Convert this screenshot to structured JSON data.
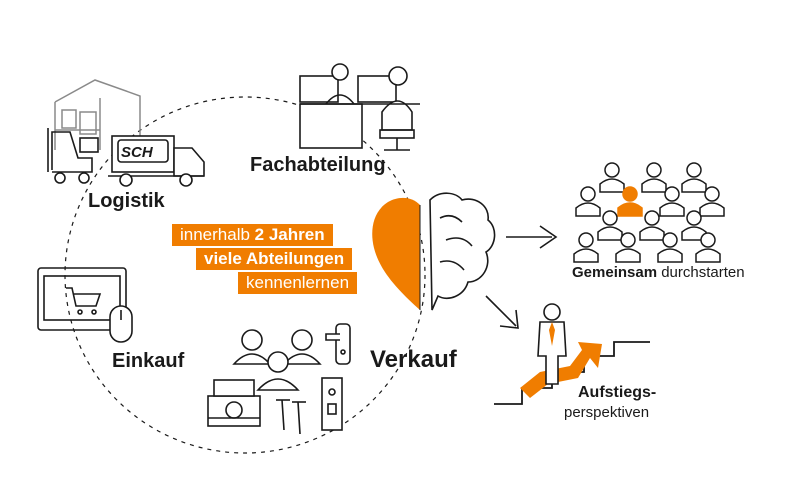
{
  "colors": {
    "accent": "#f07d00",
    "line": "#1a1a1a",
    "grey": "#8a8a8a"
  },
  "icons": [
    "warehouse-icon",
    "truck-icon",
    "forklift-icon",
    "office-desk-icon",
    "computer-icon",
    "mouse-icon",
    "headset-team-icon",
    "door-handle-icon",
    "lock-icon",
    "screw-icon",
    "saw-icon",
    "heart-icon",
    "brain-icon",
    "arrow-right-icon",
    "arrow-diagonal-icon",
    "crowd-icon",
    "person-icon",
    "stairs-icon"
  ],
  "truck_text": "SCH",
  "departments": {
    "logistik": "Logistik",
    "fachabteilung": "Fachabteilung",
    "einkauf": "Einkauf",
    "verkauf": "Verkauf"
  },
  "banner": {
    "line1_pre": "innerhalb ",
    "line1_bold": "2 Jahren",
    "line2": "viele Abteilungen",
    "line3": "kennenlernen"
  },
  "outcomes": {
    "gemeinsam_bold": "Gemeinsam",
    "gemeinsam_rest": " durchstarten",
    "aufstiegs_line1": "Aufstiegs-",
    "aufstiegs_line2": "perspektiven"
  }
}
